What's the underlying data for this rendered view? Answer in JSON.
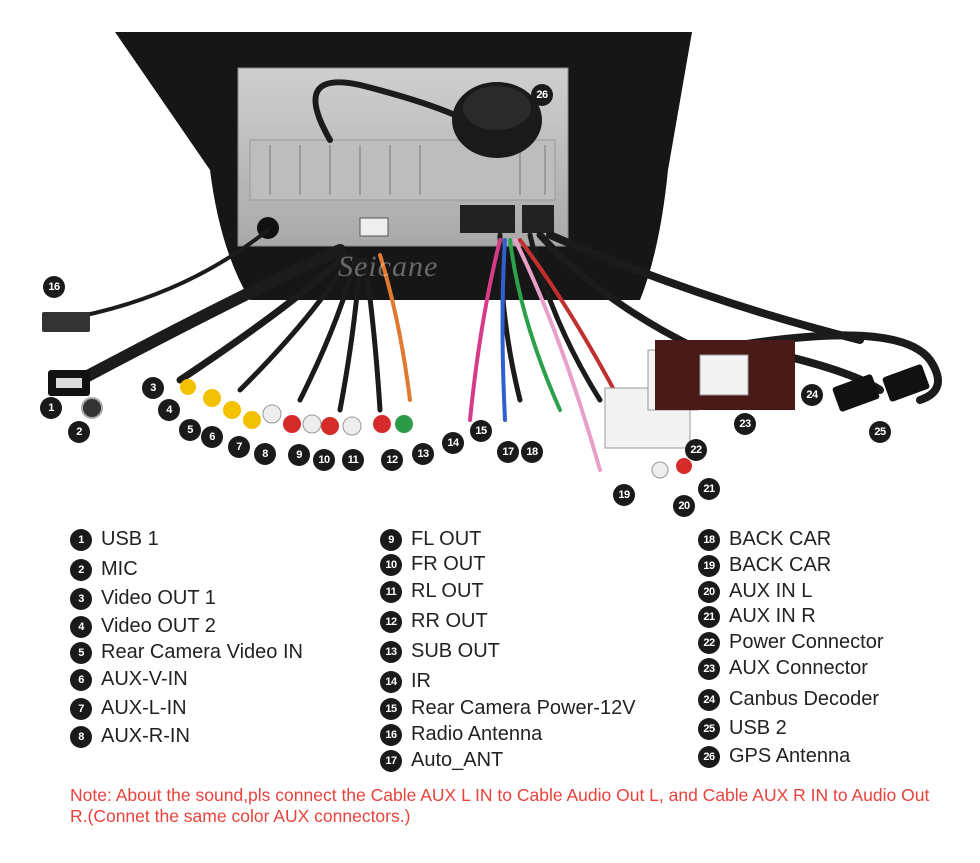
{
  "brand": {
    "watermark": "Seicane"
  },
  "colors": {
    "cable": "#1b1b1b",
    "rca_yellow": "#f2c200",
    "rca_white": "#eeeeee",
    "rca_red": "#d62b2b",
    "rca_green": "#2c9a48",
    "badge": "#1a1a1a",
    "note": "#e8423c"
  },
  "badges": [
    "1",
    "2",
    "3",
    "4",
    "5",
    "6",
    "7",
    "8",
    "9",
    "10",
    "11",
    "12",
    "13",
    "14",
    "15",
    "16",
    "17",
    "18",
    "19",
    "20",
    "21",
    "22",
    "23",
    "24",
    "25",
    "26"
  ],
  "legend": {
    "col1": [
      {
        "num": "1",
        "label": "USB 1"
      },
      {
        "num": "2",
        "label": "MIC"
      },
      {
        "num": "3",
        "label": "Video OUT 1"
      },
      {
        "num": "4",
        "label": "Video OUT 2"
      },
      {
        "num": "5",
        "label": "Rear Camera Video IN"
      },
      {
        "num": "6",
        "label": "AUX-V-IN"
      },
      {
        "num": "7",
        "label": "AUX-L-IN"
      },
      {
        "num": "8",
        "label": "AUX-R-IN"
      }
    ],
    "col2": [
      {
        "num": "9",
        "label": "FL OUT"
      },
      {
        "num": "10",
        "label": "FR OUT"
      },
      {
        "num": "11",
        "label": "RL OUT"
      },
      {
        "num": "12",
        "label": "RR OUT"
      },
      {
        "num": "13",
        "label": "SUB OUT"
      },
      {
        "num": "14",
        "label": "IR"
      },
      {
        "num": "15",
        "label": "Rear Camera Power-12V"
      },
      {
        "num": "16",
        "label": "Radio Antenna"
      },
      {
        "num": "17",
        "label": "Auto_ANT"
      }
    ],
    "col3": [
      {
        "num": "18",
        "label": "BACK CAR"
      },
      {
        "num": "19",
        "label": "BACK CAR"
      },
      {
        "num": "20",
        "label": "AUX IN L"
      },
      {
        "num": "21",
        "label": "AUX IN R"
      },
      {
        "num": "22",
        "label": "Power Connector"
      },
      {
        "num": "23",
        "label": "AUX Connector"
      },
      {
        "num": "24",
        "label": "Canbus Decoder"
      },
      {
        "num": "25",
        "label": "USB 2"
      },
      {
        "num": "26",
        "label": "GPS Antenna"
      }
    ]
  },
  "note": "Note: About the sound,pls connect the Cable AUX L IN to Cable Audio Out L, and Cable AUX R IN to Audio Out R.(Connet the same color AUX connectors.)"
}
